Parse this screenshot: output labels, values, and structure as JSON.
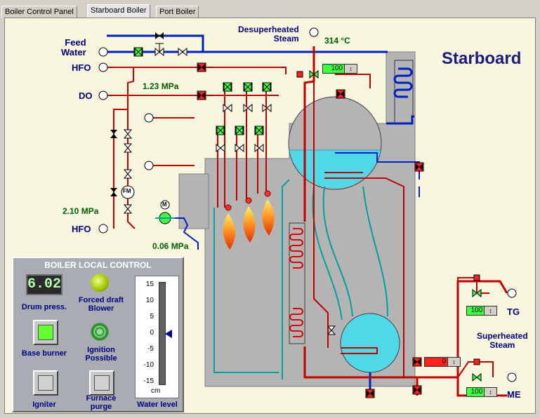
{
  "tabs": [
    {
      "label": "Boiler Control Panel"
    },
    {
      "label": "Starboard Boiler"
    },
    {
      "label": "Port Boiler"
    }
  ],
  "title": "Starboard",
  "labels": {
    "feed_water": "Feed\nWater",
    "hfo_top": "HFO",
    "do": "DO",
    "hfo_bottom": "HFO",
    "desuperheated_steam": "Desuperheated\nSteam",
    "superheated_steam": "Superheated\nSteam",
    "tg": "TG",
    "me": "ME",
    "fm": "FM",
    "m": "M"
  },
  "readings": {
    "desuperheated_temp": "314 °C",
    "do_pressure": "1.23 MPa",
    "hfo_pressure": "2.10 MPa",
    "air_pressure": "0.06 MPa"
  },
  "controllers": {
    "desuperheater": "100",
    "drain": "0",
    "tg": "100",
    "me": "100"
  },
  "local_control": {
    "title": "BOILER LOCAL CONTROL",
    "drum_pressure_value": "6.02",
    "drum_pressure_label": "Drum press.",
    "forced_draft_label": "Forced draft\nBlower",
    "base_burner_label": "Base burner",
    "ignition_label": "Ignition\nPossible",
    "igniter_label": "Igniter",
    "furnace_purge_label": "Furnace\npurge",
    "water_level_label": "Water level",
    "gauge_unit": "cm",
    "gauge_ticks": [
      "15",
      "10",
      "5",
      "0",
      "-5",
      "-10",
      "-15"
    ],
    "water_level_value": 0
  },
  "colors": {
    "steam": "#e00000",
    "water": "#0020c0",
    "air": "#00c0c0",
    "drum_water": "#50d8e8",
    "body": "#b4b4b4"
  }
}
